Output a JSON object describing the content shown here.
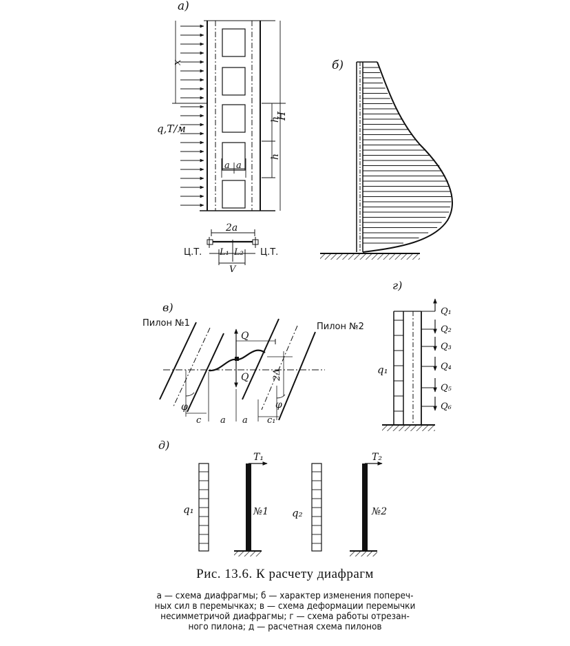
{
  "panel_a": {
    "tag": "а)",
    "x_label": "x",
    "load_label": "q,T/м",
    "h_label": "h",
    "H_label": "H",
    "a_label": "a",
    "two_a_label": "2a",
    "ct_left": "Ц.Т.",
    "ct_right": "Ц.Т.",
    "L1_label": "L₁",
    "L2_label": "L₂",
    "V_label": "V"
  },
  "panel_b": {
    "tag": "б)"
  },
  "panel_v": {
    "tag": "в)",
    "pylon1": "Пилон №1",
    "pylon2": "Пилон №2",
    "Q_label": "Q",
    "delta_label": "2Δ",
    "phi_label": "φ",
    "c_label": "c",
    "c1_label": "c₁",
    "a_label": "a"
  },
  "panel_g": {
    "tag": "г)",
    "q_label": "q₁",
    "forces": [
      "Q₁",
      "Q₂",
      "Q₃",
      "Q₄",
      "Q₅",
      "Q₆"
    ]
  },
  "panel_d": {
    "tag": "д)",
    "q1_label": "q₁",
    "q2_label": "q₂",
    "T1_label": "T₁",
    "T2_label": "T₂",
    "N1_label": "№1",
    "N2_label": "№2"
  },
  "caption": {
    "title": "Рис. 13.6. К расчету диафрагм",
    "lines": [
      "а — схема диафрагмы; б — характер изменения попереч-",
      "ных сил в перемычках; в — схема деформации перемычки",
      "несимметричой диафрагмы; г — схема работы отрезан-",
      "ного пилона; д — расчетная схема пилонов"
    ]
  }
}
